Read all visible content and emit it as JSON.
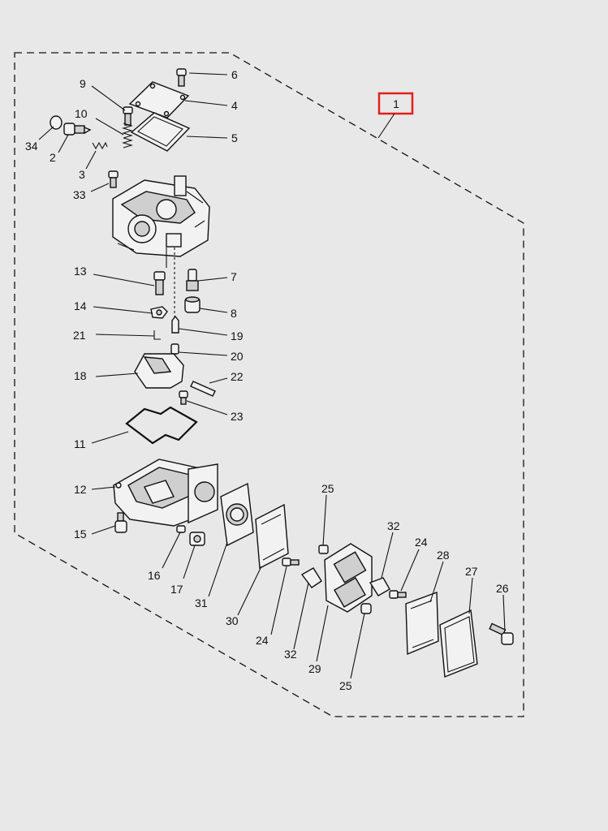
{
  "diagram": {
    "assembly_label": "1",
    "highlight_color": "#e0201c",
    "callouts": {
      "c6": "6",
      "c4": "4",
      "c5": "5",
      "c9": "9",
      "c10": "10",
      "c34": "34",
      "c2": "2",
      "c3": "3",
      "c33": "33",
      "c13": "13",
      "c7": "7",
      "c14": "14",
      "c8": "8",
      "c21": "21",
      "c19": "19",
      "c20": "20",
      "c18": "18",
      "c22": "22",
      "c23": "23",
      "c11": "11",
      "c12": "12",
      "c15": "15",
      "c16": "16",
      "c17": "17",
      "c31": "31",
      "c30": "30",
      "c24a": "24",
      "c32a": "32",
      "c29": "29",
      "c25a": "25",
      "c25b": "25",
      "c32b": "32",
      "c24b": "24",
      "c28": "28",
      "c27": "27",
      "c26": "26"
    }
  }
}
